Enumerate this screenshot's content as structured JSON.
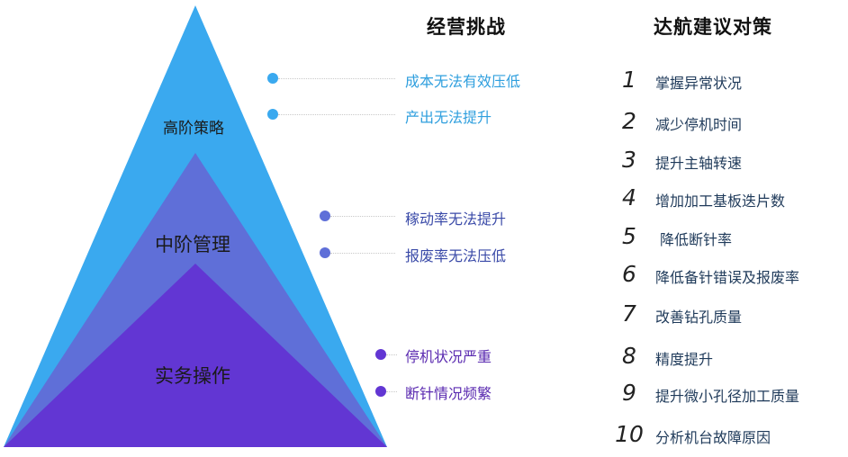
{
  "layers": {
    "high": {
      "label": "高阶策略",
      "color": "#3aa9ef"
    },
    "mid": {
      "label": "中阶管理",
      "color": "#5f6fd8"
    },
    "low": {
      "label": "实务操作",
      "color": "#6236d3"
    }
  },
  "challenges": {
    "title": "经营挑战",
    "items": [
      {
        "label": "成本无法有效压低",
        "color": "#2f9fde"
      },
      {
        "label": "产出无法提升",
        "color": "#2f9fde"
      },
      {
        "label": "稼动率无法提升",
        "color": "#3a4aa8"
      },
      {
        "label": "报废率无法压低",
        "color": "#3a4aa8"
      },
      {
        "label": "停机状况严重",
        "color": "#5a2ab0"
      },
      {
        "label": "断针情况频繁",
        "color": "#5a2ab0"
      }
    ]
  },
  "suggestions": {
    "title": "达航建议对策",
    "items": [
      {
        "num": "1",
        "label": "掌握异常状况"
      },
      {
        "num": "2",
        "label": "减少停机时间"
      },
      {
        "num": "3",
        "label": "提升主轴转速"
      },
      {
        "num": "4",
        "label": "增加加工基板迭片数"
      },
      {
        "num": "5",
        "label": "降低断针率"
      },
      {
        "num": "6",
        "label": "降低备针错误及报废率"
      },
      {
        "num": "7",
        "label": "改善钻孔质量"
      },
      {
        "num": "8",
        "label": "精度提升"
      },
      {
        "num": "9",
        "label": "提升微小孔径加工质量"
      },
      {
        "num": "10",
        "label": "分析机台故障原因"
      }
    ]
  }
}
